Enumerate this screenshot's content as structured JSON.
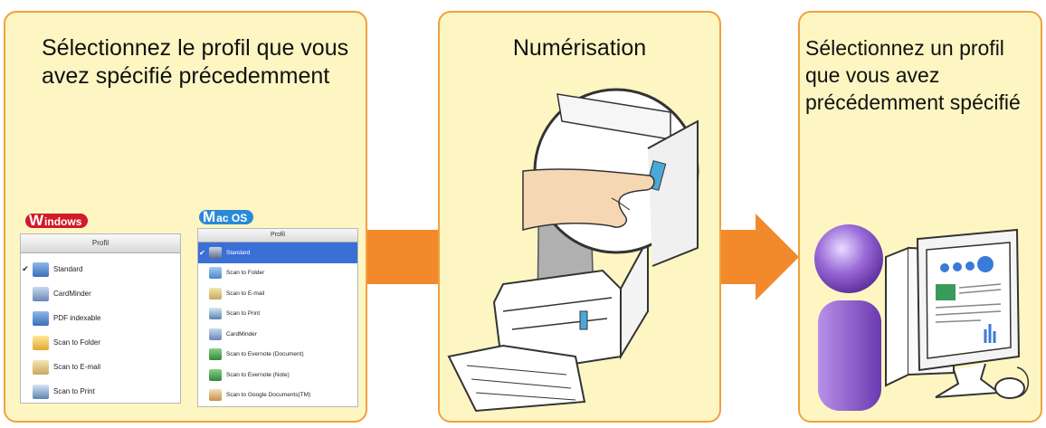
{
  "panels": {
    "select_profile_left": "Sélectionnez le profil que vous avez spécifié précedemment",
    "scanning": "Numérisation",
    "select_profile_right": "Sélectionnez un profil que vous avez précédemment spécifié"
  },
  "windows": {
    "badge_initial": "W",
    "badge_rest": "indows",
    "header": "Profil",
    "items": [
      "Standard",
      "CardMinder",
      "PDF indexable",
      "Scan to Folder",
      "Scan to E-mail",
      "Scan to Print"
    ],
    "selected": "Standard"
  },
  "mac": {
    "badge_initial": "M",
    "badge_rest": "ac OS",
    "header": "Profil",
    "items": [
      "Standard",
      "Scan to Folder",
      "Scan to E-mail",
      "Scan to Print",
      "CardMinder",
      "Scan to Evernote (Document)",
      "Scan to Evernote (Note)",
      "Scan to Google Documents(TM)"
    ],
    "selected": "Standard"
  },
  "colors": {
    "panel_fill": "#fdf6c2",
    "panel_border": "#f0a040",
    "arrow": "#f28a2c",
    "windows_red": "#d11a2a",
    "mac_blue": "#2a8ad8",
    "person_purple": "#8a5cc8"
  }
}
